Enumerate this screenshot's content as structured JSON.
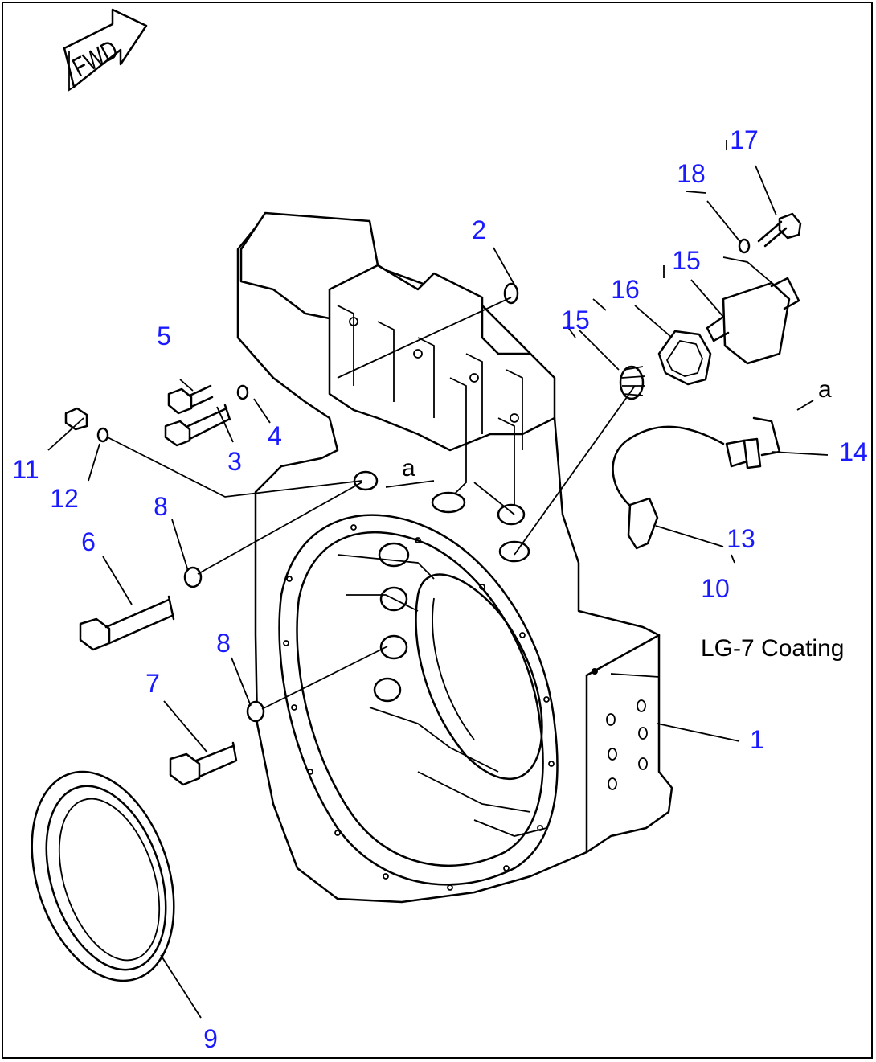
{
  "direction_arrow": {
    "label": "FWD"
  },
  "coating_note": {
    "label": "LG-7 Coating"
  },
  "connection_marks": [
    {
      "id": "a-connector",
      "label": "a"
    },
    {
      "id": "a-harness",
      "label": "a"
    }
  ],
  "callouts": [
    {
      "id": "1",
      "label": "1"
    },
    {
      "id": "2",
      "label": "2"
    },
    {
      "id": "3",
      "label": "3"
    },
    {
      "id": "4",
      "label": "4"
    },
    {
      "id": "5",
      "label": "5"
    },
    {
      "id": "6",
      "label": "6"
    },
    {
      "id": "7",
      "label": "7"
    },
    {
      "id": "8a",
      "label": "8"
    },
    {
      "id": "8b",
      "label": "8"
    },
    {
      "id": "9",
      "label": "9"
    },
    {
      "id": "10",
      "label": "10"
    },
    {
      "id": "11",
      "label": "11"
    },
    {
      "id": "12",
      "label": "12"
    },
    {
      "id": "13",
      "label": "13"
    },
    {
      "id": "14",
      "label": "14"
    },
    {
      "id": "15a",
      "label": "15"
    },
    {
      "id": "15b",
      "label": "15"
    },
    {
      "id": "16",
      "label": "16"
    },
    {
      "id": "17",
      "label": "17"
    },
    {
      "id": "18",
      "label": "18"
    }
  ],
  "colors": {
    "callout": "#1a1aff",
    "line": "#000000",
    "background": "#ffffff"
  }
}
